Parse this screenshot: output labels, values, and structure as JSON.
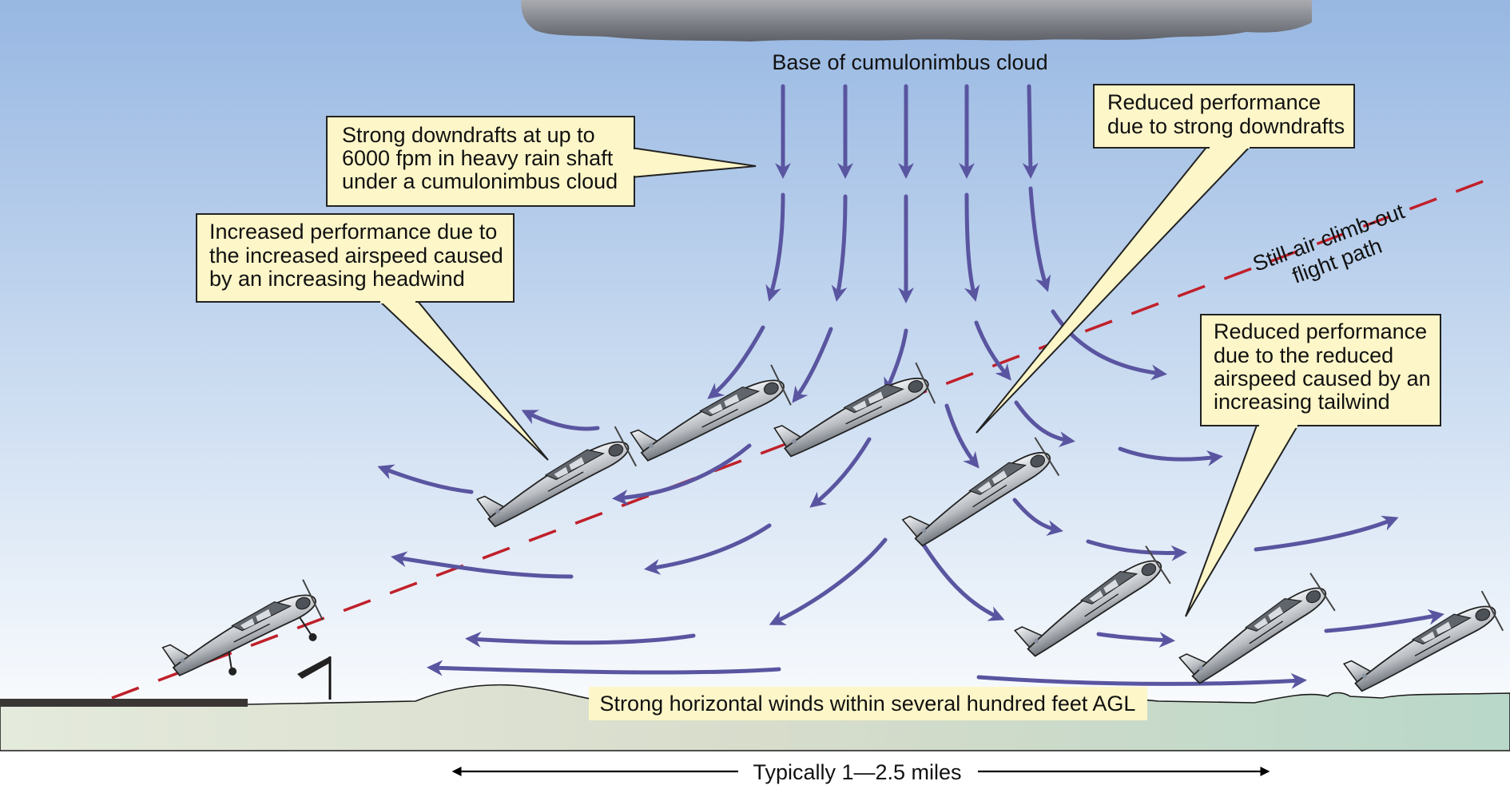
{
  "cloud_label": "Base of cumulonimbus cloud",
  "callouts": {
    "downdrafts": [
      "Strong downdrafts at up to",
      "6000 fpm in heavy rain shaft",
      "under a cumulonimbus cloud"
    ],
    "headwind": [
      "Increased performance due to",
      "the increased airspeed caused",
      "by an increasing headwind"
    ],
    "reduced_downdrafts": [
      "Reduced performance",
      "due to strong downdrafts"
    ],
    "tailwind": [
      "Reduced performance",
      "due to the reduced",
      "airspeed caused by an",
      "increasing tailwind"
    ]
  },
  "flight_path_label": [
    "Still-air climb-out",
    "flight path"
  ],
  "ground_label": "Strong horizontal winds within several hundred feet AGL",
  "distance_label": "Typically 1—2.5 miles",
  "colors": {
    "arrow": "#5a55a0",
    "flight_path": "#c0202a",
    "callout_fill": "#fdf6c8",
    "sky_top": "#9ab9e2",
    "ground": "#d6dccb"
  }
}
